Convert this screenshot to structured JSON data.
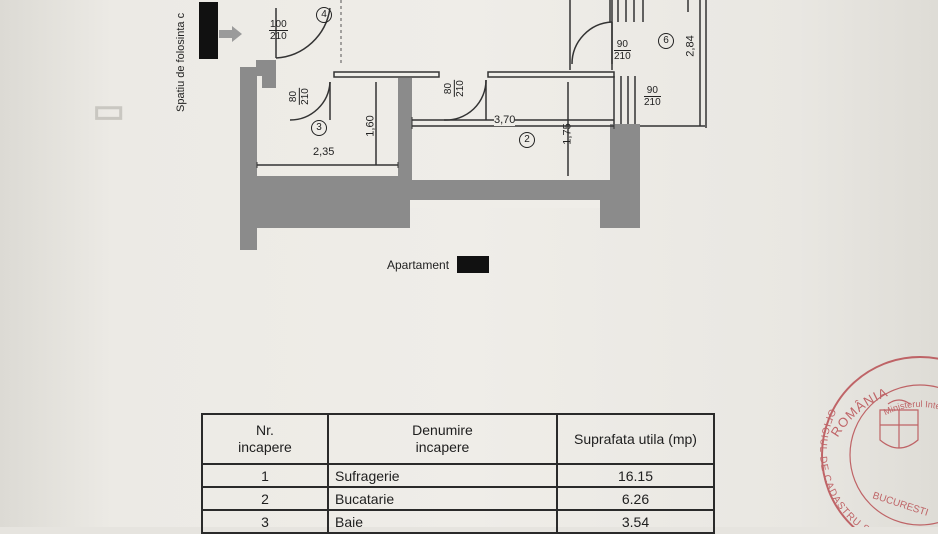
{
  "plan": {
    "side_label": "Spatiu de folosinta c",
    "apartment_label": "Apartament",
    "rooms": [
      {
        "id": "4"
      },
      {
        "id": "3"
      },
      {
        "id": "2"
      },
      {
        "id": "6"
      }
    ],
    "doors": [
      {
        "w": "100",
        "h": "210"
      },
      {
        "w": "80",
        "h": "210"
      },
      {
        "w": "80",
        "h": "210"
      },
      {
        "w": "90",
        "h": "210"
      },
      {
        "w": "90",
        "h": "210"
      }
    ],
    "dimensions": {
      "d1": "2,35",
      "d2": "1,60",
      "d3": "3,70",
      "d4": "1,75",
      "d5": "2,84"
    }
  },
  "table": {
    "headers": [
      "Nr.\nincapere",
      "Denumire\nincapere",
      "Suprafata utila (mp)"
    ],
    "rows": [
      {
        "nr": "1",
        "name": "Sufragerie",
        "area": "16.15"
      },
      {
        "nr": "2",
        "name": "Bucatarie",
        "area": "6.26"
      },
      {
        "nr": "3",
        "name": "Baie",
        "area": "3.54"
      }
    ]
  },
  "stamp": {
    "line1": "ROMÂNIA",
    "line2": "Ministerul Internelor si Reformei",
    "line3": "OFICIUL DE CADASTRU SI PUBLICITATE",
    "line4": "BUCURESTI"
  },
  "colors": {
    "wall": "#8b8b8b",
    "ink": "#222222",
    "stamp": "#b6454a",
    "redaction": "#111111"
  }
}
